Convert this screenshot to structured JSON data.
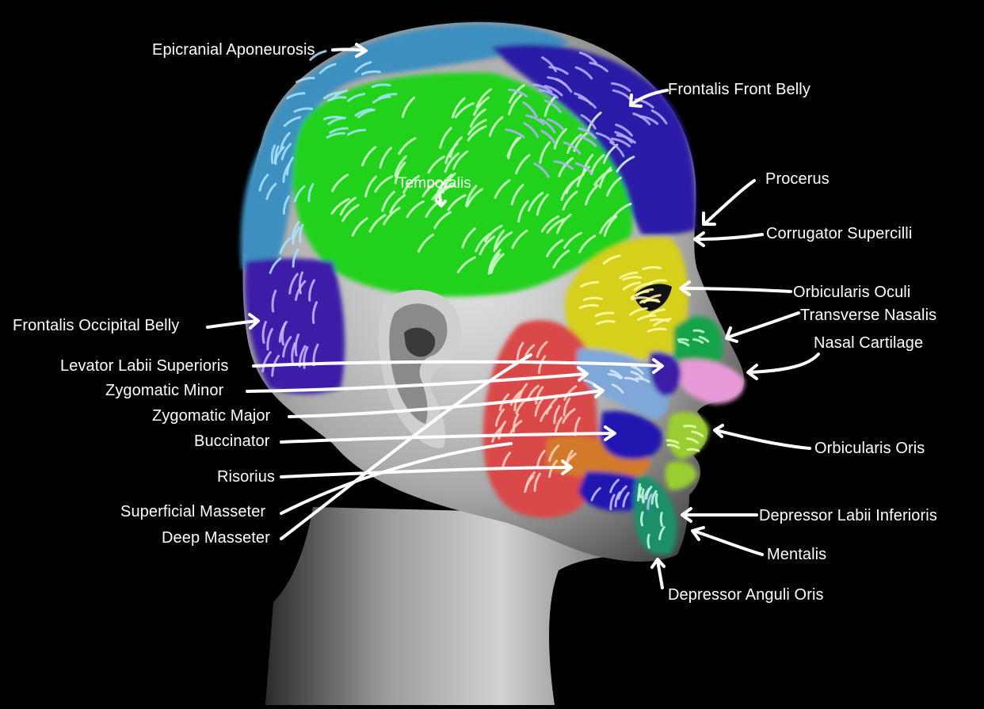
{
  "colors": {
    "background": "#000000",
    "epicranial_aponeurosis": "#3d8fc0",
    "frontalis_front_belly": "#2a1ba6",
    "temporalis": "#22d11f",
    "frontalis_occipital_belly": "#3d1ba8",
    "orbicularis_oculi": "#d6cf1c",
    "transverse_nasalis": "#16a24a",
    "nasal_cartilage": "#e79ad7",
    "masseter": "#d94a4a",
    "risorius": "#d27a2a",
    "buccinator": "#2312b0",
    "zygomatic": "#7fa8d8",
    "orbicularis_oris": "#9acd32",
    "depressor": "#1a8f6a",
    "skin": "#b8b8b8",
    "annotation": "#ffffff"
  },
  "labels": {
    "epicranial_aponeurosis": "Epicranial Aponeurosis",
    "frontalis_front_belly": "Frontalis Front Belly",
    "temporalis": "Temporalis",
    "procerus": "Procerus",
    "corrugator_supercilli": "Corrugator Supercilli",
    "orbicularis_oculi": "Orbicularis Oculi",
    "transverse_nasalis": "Transverse Nasalis",
    "nasal_cartilage": "Nasal Cartilage",
    "frontalis_occipital_belly": "Frontalis Occipital Belly",
    "levator_labii_superioris": "Levator Labii Superioris",
    "zygomatic_minor": "Zygomatic Minor",
    "zygomatic_major": "Zygomatic Major",
    "buccinator": "Buccinator",
    "risorius": "Risorius",
    "superficial_masseter": "Superficial Masseter",
    "deep_masseter": "Deep Masseter",
    "orbicularis_oris": "Orbicularis Oris",
    "depressor_labii_inferioris": "Depressor Labii Inferioris",
    "mentalis": "Mentalis",
    "depressor_anguli_oris": "Depressor Anguli Oris"
  }
}
